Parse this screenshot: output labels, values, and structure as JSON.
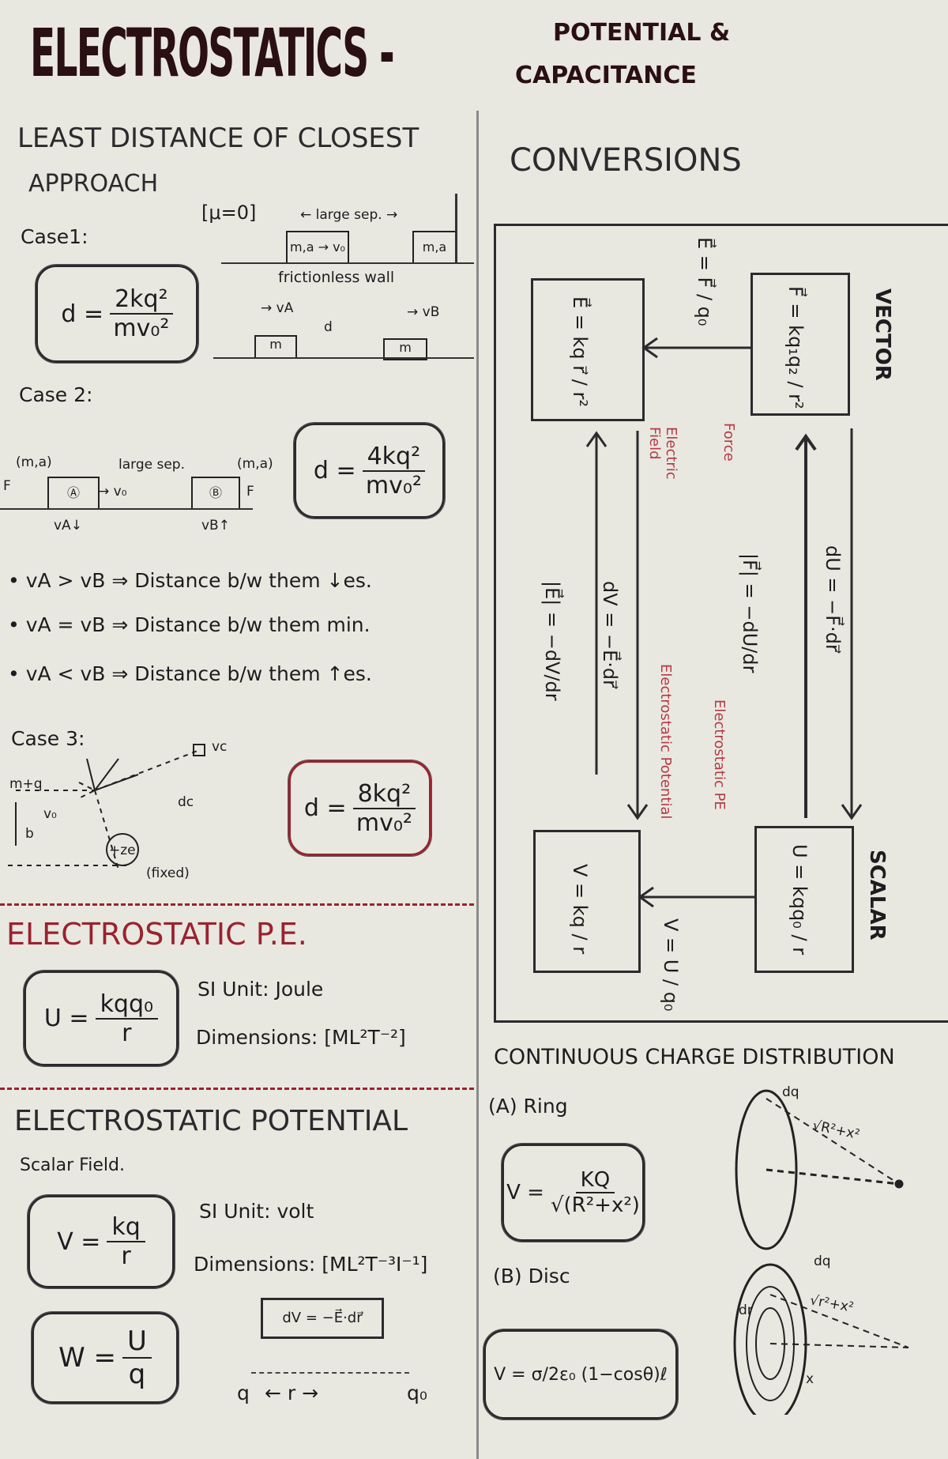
{
  "header": {
    "title": "ELECTROSTATICS -",
    "subtitle_line1": "POTENTIAL &",
    "subtitle_line2": "CAPACITANCE"
  },
  "closest_approach": {
    "heading_line1": "LEAST DISTANCE OF CLOSEST",
    "heading_line2": "APPROACH",
    "case1": {
      "label": "Case1:",
      "formula_lhs": "d =",
      "num": "2kq²",
      "den": "mv₀²",
      "mu": "[μ=0]",
      "large_sep": "← large sep. →",
      "block_a": "m,a → v₀",
      "block_b": "m,a",
      "wall": "frictionless wall",
      "va": "→ vA",
      "vb": "→ vB",
      "d": "d",
      "m": "m"
    },
    "case2": {
      "label": "Case 2:",
      "formula_lhs": "d =",
      "num": "4kq²",
      "den": "mv₀²",
      "left": "(m,a)",
      "sep": "large sep.",
      "right": "(m,a)",
      "f": "F",
      "a": "Ⓐ",
      "b": "Ⓑ",
      "v0": "→ v₀",
      "va": "vA↓",
      "vb": "vB↑"
    },
    "bullets": [
      "vA > vB ⇒ Distance b/w them ↓es.",
      "vA = vB ⇒ Distance b/w them min.",
      "vA < vB ⇒ Distance b/w them ↑es."
    ],
    "case3": {
      "label": "Case 3:",
      "formula_lhs": "d =",
      "num": "8kq²",
      "den": "mv₀²",
      "charge": "+ze",
      "fixed": "(fixed)",
      "mq": "m+q",
      "v0": "v₀",
      "b": "b",
      "dc": "dc",
      "vc": "vc"
    }
  },
  "pe": {
    "heading": "ELECTROSTATIC P.E.",
    "formula_lhs": "U =",
    "num": "kqq₀",
    "den": "r",
    "si": "SI Unit: Joule",
    "dim": "Dimensions: [ML²T⁻²]"
  },
  "potential": {
    "heading": "ELECTROSTATIC POTENTIAL",
    "scalar": "Scalar Field.",
    "formula_lhs": "V =",
    "num": "kq",
    "den": "r",
    "si": "SI Unit: volt",
    "dim": "Dimensions: [ML²T⁻³I⁻¹]",
    "w_lhs": "W =",
    "w_num": "U",
    "w_den": "q",
    "dv": "dV = −E⃗·dr⃗",
    "q": "q",
    "r": "← r →",
    "q0": "q₀"
  },
  "conversions": {
    "heading": "CONVERSIONS",
    "vector": "VECTOR",
    "scalar": "SCALAR",
    "e_box": "E⃗ = kq r⃗ / r²",
    "f_box": "F⃗ = kq₁q₂ / r²",
    "v_box": "V = kq / r",
    "u_box": "U = kqq₀ / r",
    "f_to_e": "E⃗ = F⃗ / q₀",
    "u_to_v": "V = U / q₀",
    "f_to_u": "dU = −F⃗·dr⃗",
    "u_to_f": "|F⃗| = −dU/dr",
    "e_to_v": "dV = −E⃗·dr⃗",
    "v_to_e": "|E⃗| = −dV/dr",
    "lbl_field": "Electric Field",
    "lbl_force": "Force",
    "lbl_pe": "Electrostatic PE",
    "lbl_pot": "Electrostatic Potential"
  },
  "continuous": {
    "heading": "CONTINUOUS CHARGE DISTRIBUTION",
    "ring": "(A) Ring",
    "ring_lhs": "V =",
    "ring_num": "KQ",
    "ring_den": "√(R²+x²)",
    "disc": "(B) Disc",
    "disc_formula": "V = σ/2ε₀ (1−cosθ)ℓ",
    "dq": "dq",
    "sqrt1": "√R²+x²",
    "sqrt2": "√r²+x²",
    "x": "x",
    "dr": "dr"
  }
}
